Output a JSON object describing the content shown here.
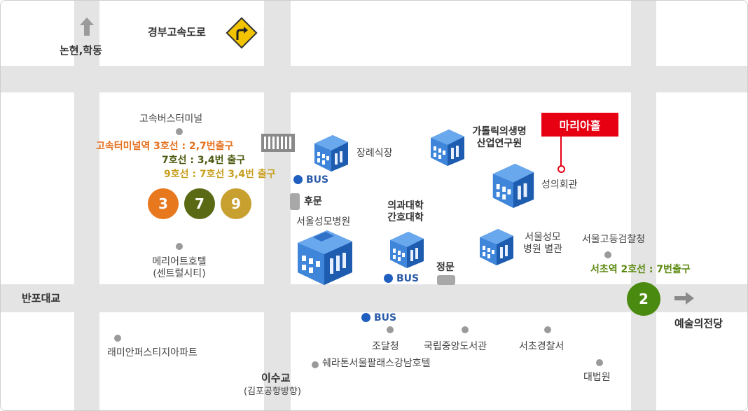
{
  "roads": {
    "north_arrow_label": "논현,학동",
    "expressway": "경부고속도로",
    "bridge": "반포대교",
    "east_direction": "예술의전당",
    "isugyo": "이수교",
    "isugyo_sub": "(김포공항방향)"
  },
  "landmarks": {
    "bus_terminal": "고속버스터미널",
    "marriott_line1": "메리어트호텔",
    "marriott_line2": "(센트럴시티)",
    "funeral_hall": "장례식장",
    "catholic_inst_line1": "가톨릭의생명",
    "catholic_inst_line2": "산업연구원",
    "seongui_hall": "성의회관",
    "back_gate": "후문",
    "seoul_st_mary": "서울성모병원",
    "medical_college_line1": "의과대학",
    "medical_college_line2": "간호대학",
    "main_gate": "정문",
    "annex_line1": "서울성모",
    "annex_line2": "병원 별관",
    "high_prosecutor": "서울고등검찰청",
    "raemian": "래미안퍼스티지아파트",
    "procurement": "조달청",
    "central_library": "국립중앙도서관",
    "police": "서초경찰서",
    "sheraton": "쉐라톤서울팔래스강남호텔",
    "supreme_court": "대법원"
  },
  "destination": {
    "label": "마리아홀",
    "color": "#e60012"
  },
  "bus_label": "BUS",
  "subway": {
    "line3_text": "고속터미널역 3호선 : 2,7번출구",
    "line7_text": "7호선 : 3,4번 출구",
    "line9_text": "9호선 : 7호선 3,4번 출구",
    "seocho_text": "서초역 2호선 : 7번출구",
    "badges": [
      {
        "num": "3",
        "color": "#e8781e"
      },
      {
        "num": "7",
        "color": "#5a6a14"
      },
      {
        "num": "9",
        "color": "#c8a030"
      }
    ],
    "line2_badge": {
      "num": "2",
      "color": "#4a8a10"
    }
  },
  "colors": {
    "road": "#e4e4e4",
    "building": "#2f72c8",
    "bus": "#1f5fbf"
  },
  "icons": [
    "arrow-up-icon",
    "road-sign-icon",
    "arrow-right-icon",
    "hospital-building-icon",
    "bus-stop-icon",
    "pin-icon"
  ]
}
